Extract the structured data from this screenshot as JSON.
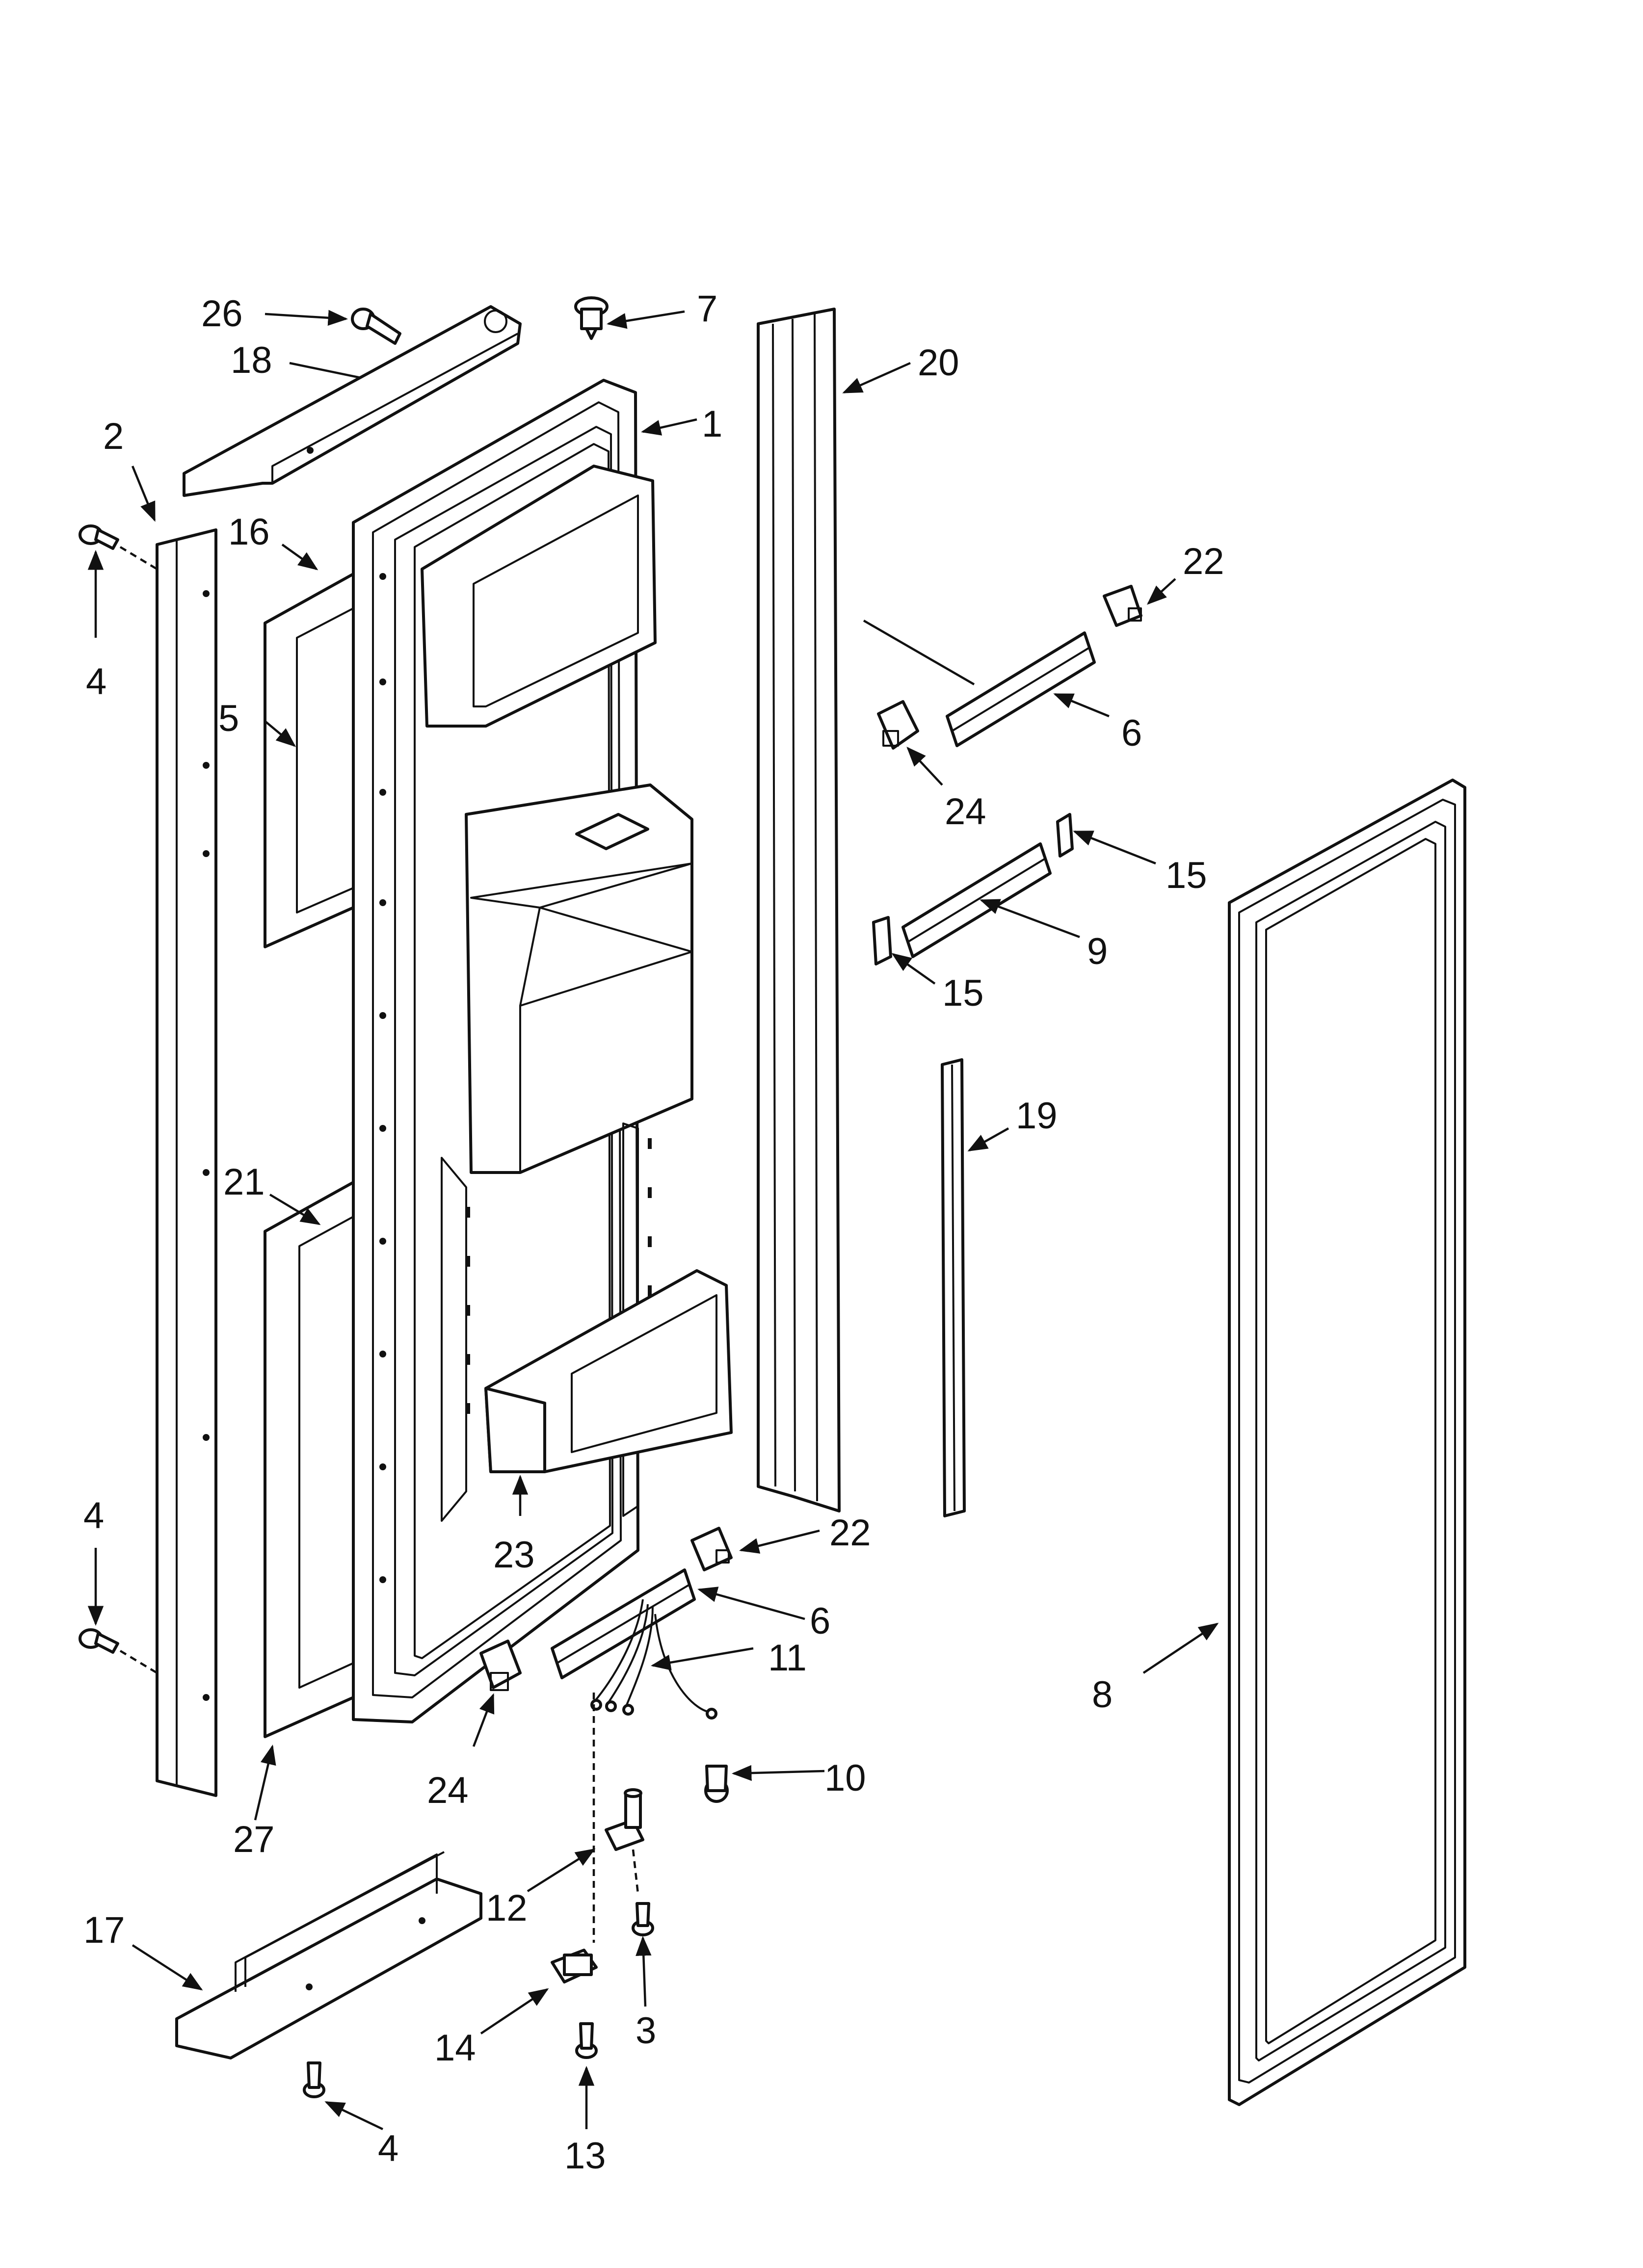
{
  "callouts": [
    "26",
    "18",
    "7",
    "1",
    "20",
    "2",
    "16",
    "4",
    "22",
    "5",
    "6",
    "24",
    "15",
    "9",
    "15",
    "19",
    "21",
    "4",
    "22",
    "23",
    "6",
    "11",
    "8",
    "24",
    "10",
    "27",
    "12",
    "17",
    "3",
    "14",
    "4",
    "13"
  ],
  "colors": {
    "ink": "#111111",
    "paper": "#ffffff"
  }
}
